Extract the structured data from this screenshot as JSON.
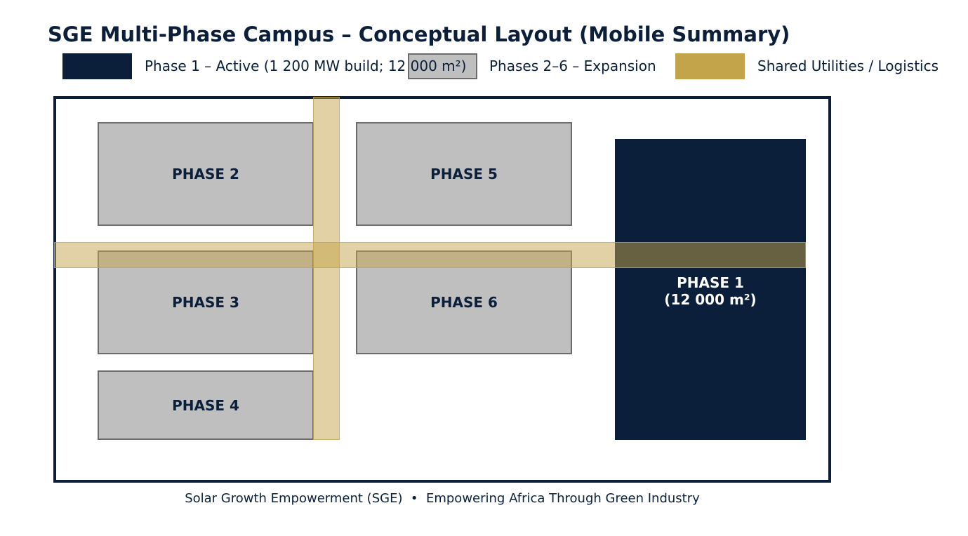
{
  "title": "SGE Multi-Phase Campus – Conceptual Layout (Mobile Summary)",
  "legend": [
    {
      "label": "Phase 1 – Active (1 200 MW build; 12 000 m²)",
      "color": "#0b1f3a"
    },
    {
      "label": "Phases 2–6 – Expansion",
      "color": "#bfbfbf"
    },
    {
      "label": "Shared Utilities / Logistics",
      "color": "#c4a44a"
    }
  ],
  "phases": {
    "p1_line1": "PHASE 1",
    "p1_line2": "(12 000 m²)",
    "p2": "PHASE 2",
    "p3": "PHASE 3",
    "p4": "PHASE 4",
    "p5": "PHASE 5",
    "p6": "PHASE 6"
  },
  "footer": "Solar Growth Empowerment (SGE)  •  Empowering Africa Through Green Industry"
}
